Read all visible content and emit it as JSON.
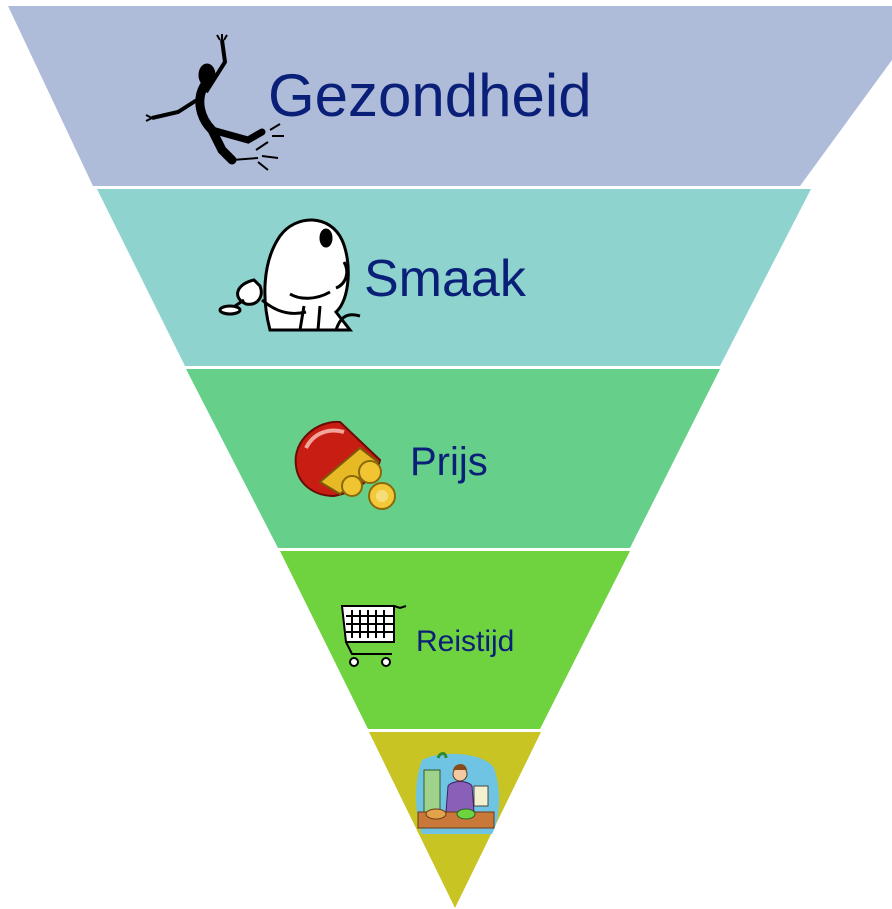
{
  "levels": [
    {
      "label": "Gezondheid",
      "color": "#aebcd9",
      "icon": "dancing-person-icon"
    },
    {
      "label": "Smaak",
      "color": "#8fd3cf",
      "icon": "tasting-man-icon"
    },
    {
      "label": "Prijs",
      "color": "#66d08a",
      "icon": "coin-purse-icon"
    },
    {
      "label": "Reistijd",
      "color": "#6fd23f",
      "icon": "shopping-cart-icon"
    },
    {
      "label": "",
      "color": "#c8c423",
      "icon": "person-cooking-icon"
    }
  ],
  "text_color": "#0a1f78"
}
